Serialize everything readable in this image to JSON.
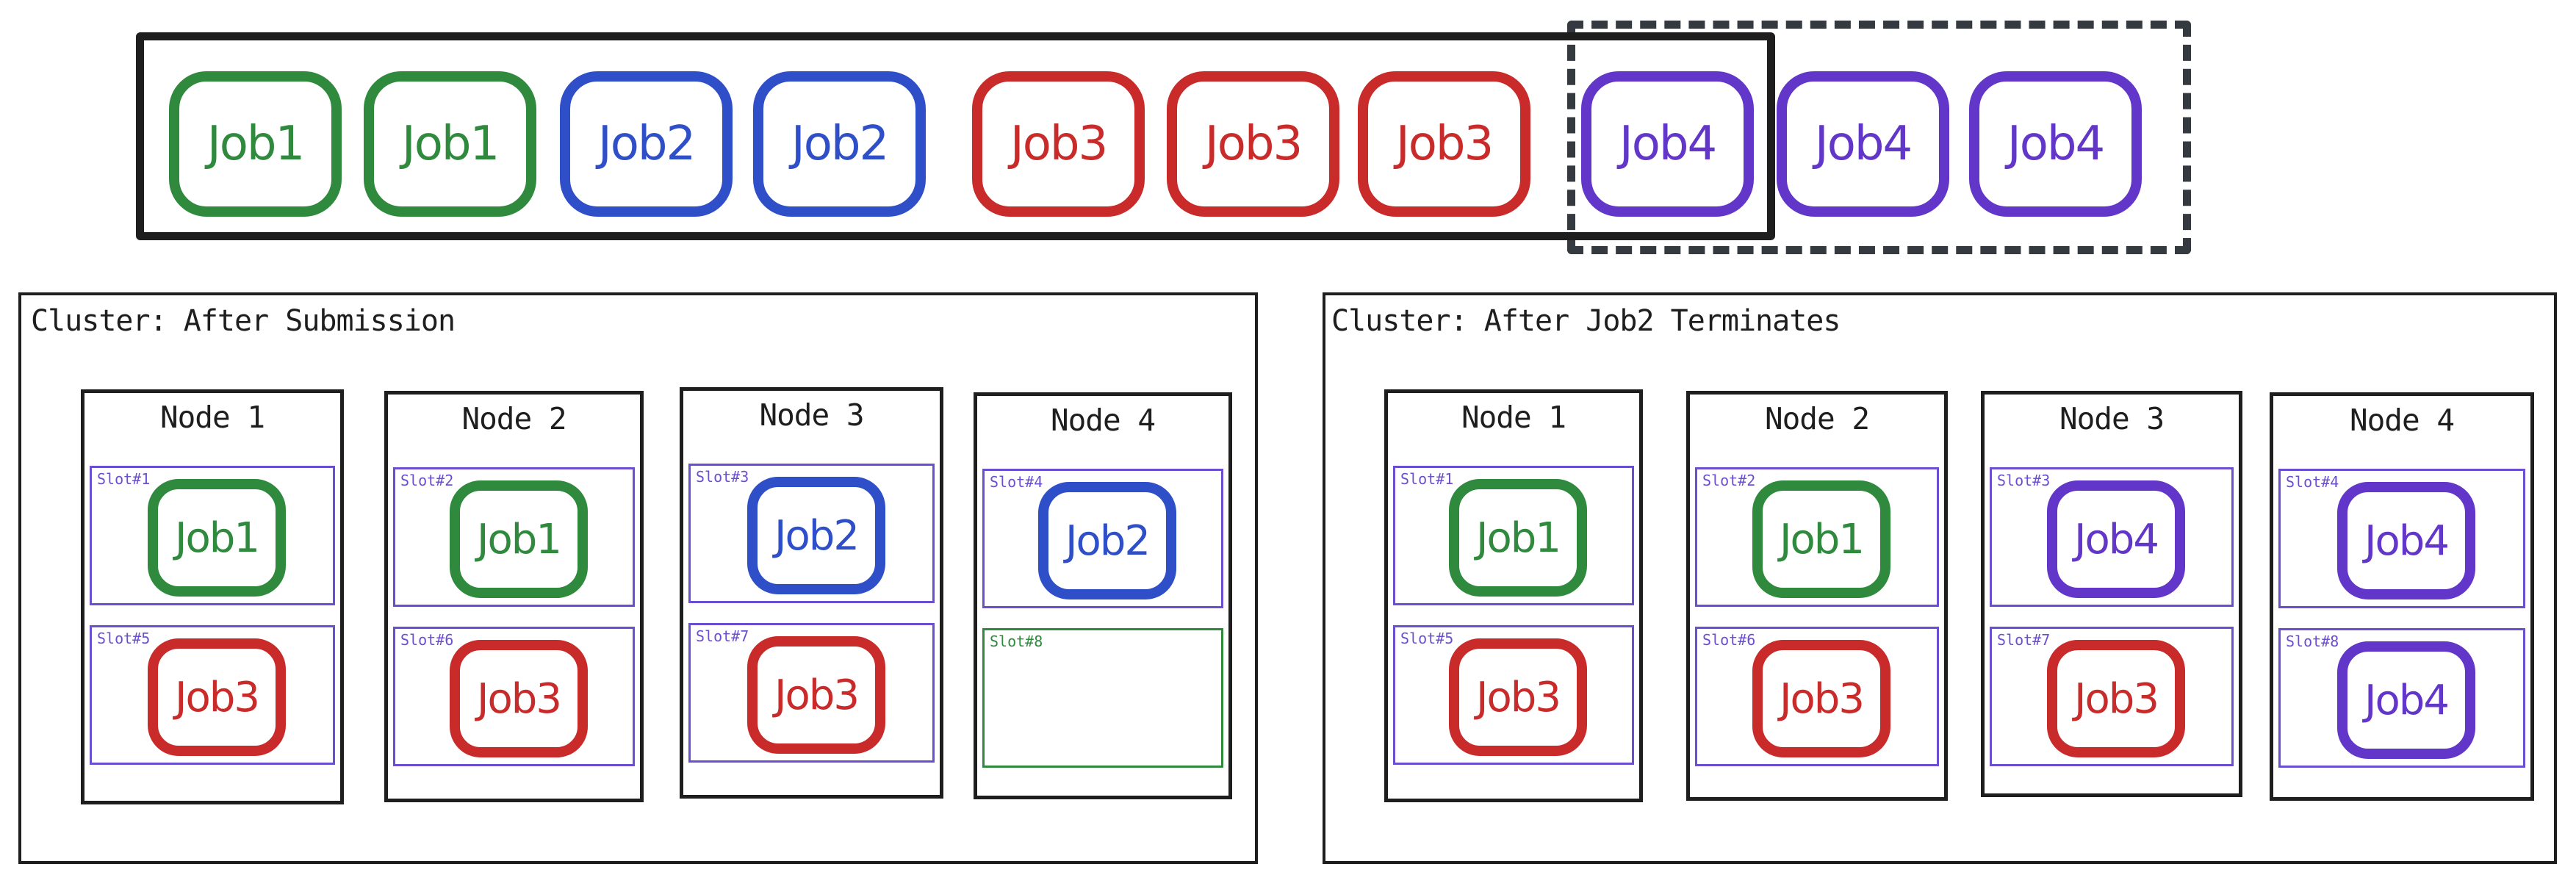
{
  "colors": {
    "Job1": "#2f8a3e",
    "Job2": "#2f4fc9",
    "Job3": "#c92a2a",
    "Job4": "#6236c9",
    "slot_border": "#6c4fd0",
    "free_slot_border": "#2f8a3e",
    "ink": "#1e1e1e"
  },
  "queue": {
    "jobs": [
      "Job1",
      "Job1",
      "Job2",
      "Job2",
      "Job3",
      "Job3",
      "Job3",
      "Job4",
      "Job4",
      "Job4"
    ]
  },
  "clusters": [
    {
      "title": "Cluster: After Submission",
      "nodes": [
        {
          "title": "Node 1",
          "slots": [
            {
              "label": "Slot#1",
              "job": "Job1"
            },
            {
              "label": "Slot#5",
              "job": "Job3"
            }
          ]
        },
        {
          "title": "Node 2",
          "slots": [
            {
              "label": "Slot#2",
              "job": "Job1"
            },
            {
              "label": "Slot#6",
              "job": "Job3"
            }
          ]
        },
        {
          "title": "Node 3",
          "slots": [
            {
              "label": "Slot#3",
              "job": "Job2"
            },
            {
              "label": "Slot#7",
              "job": "Job3"
            }
          ]
        },
        {
          "title": "Node 4",
          "slots": [
            {
              "label": "Slot#4",
              "job": "Job2"
            },
            {
              "label": "Slot#8",
              "job": ""
            }
          ]
        }
      ]
    },
    {
      "title": "Cluster: After Job2 Terminates",
      "nodes": [
        {
          "title": "Node 1",
          "slots": [
            {
              "label": "Slot#1",
              "job": "Job1"
            },
            {
              "label": "Slot#5",
              "job": "Job3"
            }
          ]
        },
        {
          "title": "Node 2",
          "slots": [
            {
              "label": "Slot#2",
              "job": "Job1"
            },
            {
              "label": "Slot#6",
              "job": "Job3"
            }
          ]
        },
        {
          "title": "Node 3",
          "slots": [
            {
              "label": "Slot#3",
              "job": "Job4"
            },
            {
              "label": "Slot#7",
              "job": "Job3"
            }
          ]
        },
        {
          "title": "Node 4",
          "slots": [
            {
              "label": "Slot#4",
              "job": "Job4"
            },
            {
              "label": "Slot#8",
              "job": "Job4"
            }
          ]
        }
      ]
    }
  ]
}
